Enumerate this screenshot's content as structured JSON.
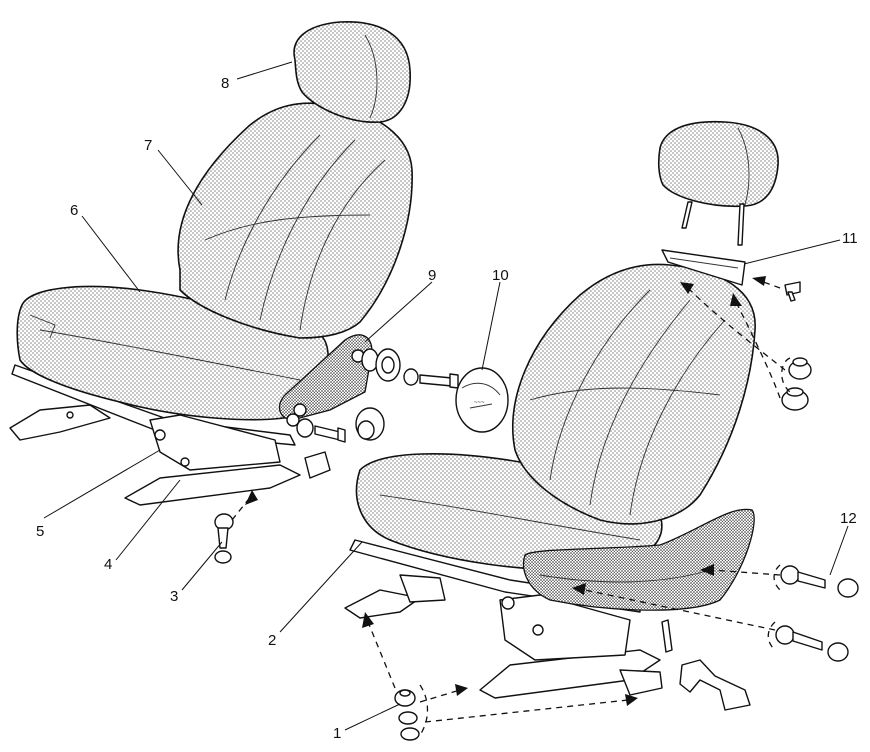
{
  "callouts": [
    {
      "id": "1",
      "label": "1"
    },
    {
      "id": "2",
      "label": "2"
    },
    {
      "id": "3",
      "label": "3"
    },
    {
      "id": "4",
      "label": "4"
    },
    {
      "id": "5",
      "label": "5"
    },
    {
      "id": "6",
      "label": "6"
    },
    {
      "id": "7",
      "label": "7"
    },
    {
      "id": "8",
      "label": "8"
    },
    {
      "id": "9",
      "label": "9"
    },
    {
      "id": "10",
      "label": "10"
    },
    {
      "id": "11",
      "label": "11"
    },
    {
      "id": "12",
      "label": "12"
    }
  ],
  "colors": {
    "ink": "#111111",
    "paper": "#ffffff",
    "upholstery_dot": "#7a7a7a"
  }
}
